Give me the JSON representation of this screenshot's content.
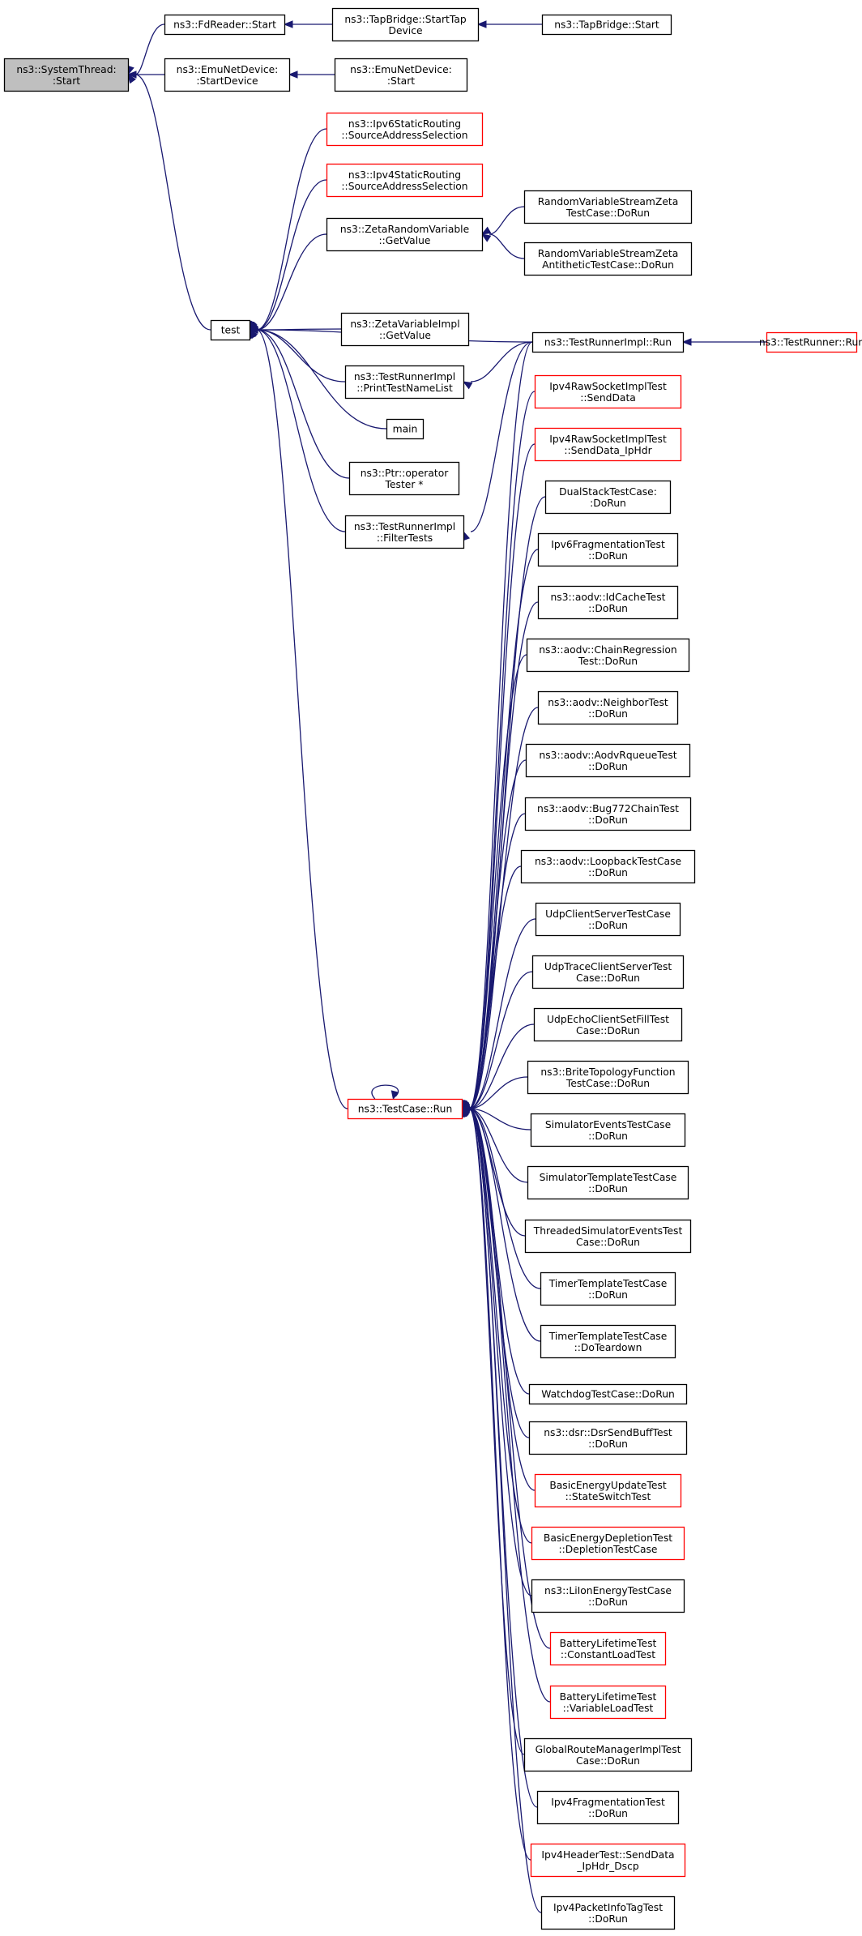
{
  "colors": {
    "edge": "#191970",
    "node_border": "#000000",
    "node_border_no_doc": "#ff0000",
    "root_fill": "#bfbfbf",
    "node_fill": "#ffffff"
  },
  "nodes": [
    {
      "id": "root",
      "lines": [
        "ns3::SystemThread:",
        ":Start"
      ],
      "style": "root"
    },
    {
      "id": "fdreader",
      "lines": [
        "ns3::FdReader::Start"
      ],
      "style": "normal"
    },
    {
      "id": "emustartdevice",
      "lines": [
        "ns3::EmuNetDevice:",
        ":StartDevice"
      ],
      "style": "normal"
    },
    {
      "id": "tapstarttap",
      "lines": [
        "ns3::TapBridge::StartTap",
        "Device"
      ],
      "style": "normal"
    },
    {
      "id": "tapstart",
      "lines": [
        "ns3::TapBridge::Start"
      ],
      "style": "normal"
    },
    {
      "id": "emustart",
      "lines": [
        "ns3::EmuNetDevice:",
        ":Start"
      ],
      "style": "normal"
    },
    {
      "id": "test",
      "lines": [
        "test"
      ],
      "style": "normal"
    },
    {
      "id": "ipv6static",
      "lines": [
        "ns3::Ipv6StaticRouting",
        "::SourceAddressSelection"
      ],
      "style": "nodoc"
    },
    {
      "id": "ipv4static",
      "lines": [
        "ns3::Ipv4StaticRouting",
        "::SourceAddressSelection"
      ],
      "style": "nodoc"
    },
    {
      "id": "zetarv",
      "lines": [
        "ns3::ZetaRandomVariable",
        "::GetValue"
      ],
      "style": "normal"
    },
    {
      "id": "rvszeta",
      "lines": [
        "RandomVariableStreamZeta",
        "TestCase::DoRun"
      ],
      "style": "normal"
    },
    {
      "id": "rvszetaanti",
      "lines": [
        "RandomVariableStreamZeta",
        "AntitheticTestCase::DoRun"
      ],
      "style": "normal"
    },
    {
      "id": "zetaimpl",
      "lines": [
        "ns3::ZetaVariableImpl",
        "::GetValue"
      ],
      "style": "normal"
    },
    {
      "id": "printtest",
      "lines": [
        "ns3::TestRunnerImpl",
        "::PrintTestNameList"
      ],
      "style": "normal"
    },
    {
      "id": "main",
      "lines": [
        "main"
      ],
      "style": "normal"
    },
    {
      "id": "ptrop",
      "lines": [
        "ns3::Ptr::operator",
        "Tester *"
      ],
      "style": "normal"
    },
    {
      "id": "filtertests",
      "lines": [
        "ns3::TestRunnerImpl",
        "::FilterTests"
      ],
      "style": "normal"
    },
    {
      "id": "trimplrun",
      "lines": [
        "ns3::TestRunnerImpl::Run"
      ],
      "style": "normal"
    },
    {
      "id": "trrun",
      "lines": [
        "ns3::TestRunner::Run"
      ],
      "style": "nodoc"
    },
    {
      "id": "tcrun",
      "lines": [
        "ns3::TestCase::Run"
      ],
      "style": "nodoc"
    },
    {
      "id": "c1",
      "lines": [
        "Ipv4RawSocketImplTest",
        "::SendData"
      ],
      "style": "nodoc"
    },
    {
      "id": "c2",
      "lines": [
        "Ipv4RawSocketImplTest",
        "::SendData_IpHdr"
      ],
      "style": "nodoc"
    },
    {
      "id": "c3",
      "lines": [
        "DualStackTestCase:",
        ":DoRun"
      ],
      "style": "normal"
    },
    {
      "id": "c4",
      "lines": [
        "Ipv6FragmentationTest",
        "::DoRun"
      ],
      "style": "normal"
    },
    {
      "id": "c5",
      "lines": [
        "ns3::aodv::IdCacheTest",
        "::DoRun"
      ],
      "style": "normal"
    },
    {
      "id": "c6",
      "lines": [
        "ns3::aodv::ChainRegression",
        "Test::DoRun"
      ],
      "style": "normal"
    },
    {
      "id": "c7",
      "lines": [
        "ns3::aodv::NeighborTest",
        "::DoRun"
      ],
      "style": "normal"
    },
    {
      "id": "c8",
      "lines": [
        "ns3::aodv::AodvRqueueTest",
        "::DoRun"
      ],
      "style": "normal"
    },
    {
      "id": "c9",
      "lines": [
        "ns3::aodv::Bug772ChainTest",
        "::DoRun"
      ],
      "style": "normal"
    },
    {
      "id": "c10",
      "lines": [
        "ns3::aodv::LoopbackTestCase",
        "::DoRun"
      ],
      "style": "normal"
    },
    {
      "id": "c11",
      "lines": [
        "UdpClientServerTestCase",
        "::DoRun"
      ],
      "style": "normal"
    },
    {
      "id": "c12",
      "lines": [
        "UdpTraceClientServerTest",
        "Case::DoRun"
      ],
      "style": "normal"
    },
    {
      "id": "c13",
      "lines": [
        "UdpEchoClientSetFillTest",
        "Case::DoRun"
      ],
      "style": "normal"
    },
    {
      "id": "c14",
      "lines": [
        "ns3::BriteTopologyFunction",
        "TestCase::DoRun"
      ],
      "style": "normal"
    },
    {
      "id": "c15",
      "lines": [
        "SimulatorEventsTestCase",
        "::DoRun"
      ],
      "style": "normal"
    },
    {
      "id": "c16",
      "lines": [
        "SimulatorTemplateTestCase",
        "::DoRun"
      ],
      "style": "normal"
    },
    {
      "id": "c17",
      "lines": [
        "ThreadedSimulatorEventsTest",
        "Case::DoRun"
      ],
      "style": "normal"
    },
    {
      "id": "c18",
      "lines": [
        "TimerTemplateTestCase",
        "::DoRun"
      ],
      "style": "normal"
    },
    {
      "id": "c19",
      "lines": [
        "TimerTemplateTestCase",
        "::DoTeardown"
      ],
      "style": "normal"
    },
    {
      "id": "c20",
      "lines": [
        "WatchdogTestCase::DoRun"
      ],
      "style": "normal"
    },
    {
      "id": "c21",
      "lines": [
        "ns3::dsr::DsrSendBuffTest",
        "::DoRun"
      ],
      "style": "normal"
    },
    {
      "id": "c22",
      "lines": [
        "BasicEnergyUpdateTest",
        "::StateSwitchTest"
      ],
      "style": "nodoc"
    },
    {
      "id": "c23",
      "lines": [
        "BasicEnergyDepletionTest",
        "::DepletionTestCase"
      ],
      "style": "nodoc"
    },
    {
      "id": "c24",
      "lines": [
        "ns3::LiIonEnergyTestCase",
        "::DoRun"
      ],
      "style": "normal"
    },
    {
      "id": "c25",
      "lines": [
        "BatteryLifetimeTest",
        "::ConstantLoadTest"
      ],
      "style": "nodoc"
    },
    {
      "id": "c26",
      "lines": [
        "BatteryLifetimeTest",
        "::VariableLoadTest"
      ],
      "style": "nodoc"
    },
    {
      "id": "c27",
      "lines": [
        "GlobalRouteManagerImplTest",
        "Case::DoRun"
      ],
      "style": "normal"
    },
    {
      "id": "c28",
      "lines": [
        "Ipv4FragmentationTest",
        "::DoRun"
      ],
      "style": "normal"
    },
    {
      "id": "c29",
      "lines": [
        "Ipv4HeaderTest::SendData",
        "_IpHdr_Dscp"
      ],
      "style": "nodoc"
    },
    {
      "id": "c30",
      "lines": [
        "Ipv4PacketInfoTagTest",
        "::DoRun"
      ],
      "style": "normal"
    }
  ],
  "edges": [
    [
      "fdreader",
      "root"
    ],
    [
      "emustartdevice",
      "root"
    ],
    [
      "tapstarttap",
      "fdreader"
    ],
    [
      "tapstart",
      "tapstarttap"
    ],
    [
      "emustart",
      "emustartdevice"
    ],
    [
      "test",
      "root"
    ],
    [
      "ipv6static",
      "test"
    ],
    [
      "ipv4static",
      "test"
    ],
    [
      "zetarv",
      "test"
    ],
    [
      "rvszeta",
      "zetarv"
    ],
    [
      "rvszetaanti",
      "zetarv"
    ],
    [
      "trimplrun",
      "test"
    ],
    [
      "zetaimpl",
      "test"
    ],
    [
      "printtest",
      "test"
    ],
    [
      "main",
      "test"
    ],
    [
      "ptrop",
      "test"
    ],
    [
      "filtertests",
      "test"
    ],
    [
      "trimplrun",
      "printtest"
    ],
    [
      "trrun",
      "trimplrun"
    ],
    [
      "trimplrun",
      "filtertests"
    ],
    [
      "tcrun",
      "test"
    ],
    [
      "tcrun",
      "tcrun"
    ],
    [
      "trimplrun",
      "tcrun"
    ],
    [
      "c1",
      "tcrun"
    ],
    [
      "c2",
      "tcrun"
    ],
    [
      "c3",
      "tcrun"
    ],
    [
      "c4",
      "tcrun"
    ],
    [
      "c5",
      "tcrun"
    ],
    [
      "c6",
      "tcrun"
    ],
    [
      "c7",
      "tcrun"
    ],
    [
      "c8",
      "tcrun"
    ],
    [
      "c9",
      "tcrun"
    ],
    [
      "c10",
      "tcrun"
    ],
    [
      "c11",
      "tcrun"
    ],
    [
      "c12",
      "tcrun"
    ],
    [
      "c13",
      "tcrun"
    ],
    [
      "c14",
      "tcrun"
    ],
    [
      "c15",
      "tcrun"
    ],
    [
      "c16",
      "tcrun"
    ],
    [
      "c17",
      "tcrun"
    ],
    [
      "c18",
      "tcrun"
    ],
    [
      "c19",
      "tcrun"
    ],
    [
      "c20",
      "tcrun"
    ],
    [
      "c21",
      "tcrun"
    ],
    [
      "c22",
      "tcrun"
    ],
    [
      "c23",
      "tcrun"
    ],
    [
      "c24",
      "tcrun"
    ],
    [
      "c25",
      "tcrun"
    ],
    [
      "c26",
      "tcrun"
    ],
    [
      "c27",
      "tcrun"
    ],
    [
      "c28",
      "tcrun"
    ],
    [
      "c29",
      "tcrun"
    ],
    [
      "c30",
      "tcrun"
    ]
  ]
}
